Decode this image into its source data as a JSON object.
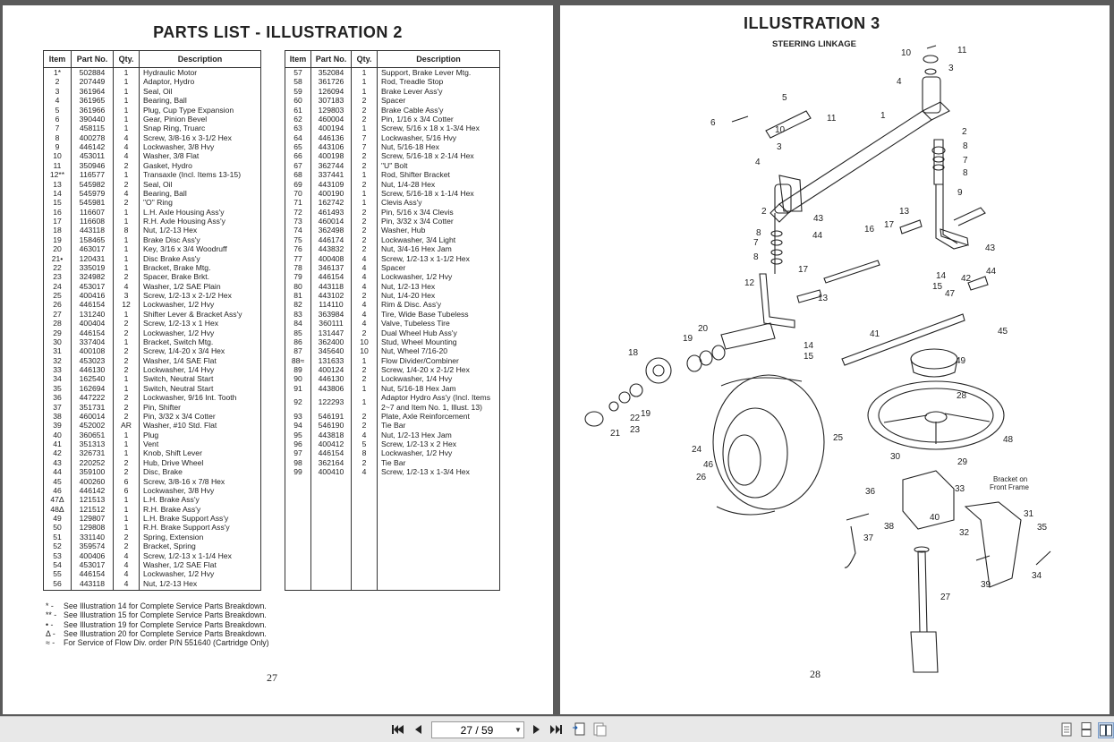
{
  "left_page": {
    "title": "PARTS LIST - ILLUSTRATION 2",
    "headers": [
      "Item",
      "Part No.",
      "Qty.",
      "Description"
    ],
    "table_a": [
      [
        "1*",
        "502884",
        "1",
        "Hydraulic Motor"
      ],
      [
        "2",
        "207449",
        "1",
        "Adaptor, Hydro"
      ],
      [
        "3",
        "361964",
        "1",
        "Seal, Oil"
      ],
      [
        "4",
        "361965",
        "1",
        "Bearing, Ball"
      ],
      [
        "5",
        "361966",
        "1",
        "Plug, Cup Type Expansion"
      ],
      [
        "6",
        "390440",
        "1",
        "Gear, Pinion Bevel"
      ],
      [
        "7",
        "458115",
        "1",
        "Snap Ring, Truarc"
      ],
      [
        "8",
        "400278",
        "4",
        "Screw, 3/8-16 x 3-1/2 Hex"
      ],
      [
        "9",
        "446142",
        "4",
        "Lockwasher, 3/8 Hvy"
      ],
      [
        "10",
        "453011",
        "4",
        "Washer, 3/8 Flat"
      ],
      [
        "11",
        "350946",
        "2",
        "Gasket, Hydro"
      ],
      [
        "12**",
        "116577",
        "1",
        "Transaxle (Incl. Items 13-15)"
      ],
      [
        "13",
        "545982",
        "2",
        "Seal, Oil"
      ],
      [
        "14",
        "545979",
        "4",
        "Bearing, Ball"
      ],
      [
        "15",
        "545981",
        "2",
        "\"O\" Ring"
      ],
      [
        "16",
        "116607",
        "1",
        "L.H. Axle Housing Ass'y"
      ],
      [
        "17",
        "116608",
        "1",
        "R.H. Axle Housing Ass'y"
      ],
      [
        "18",
        "443118",
        "8",
        "Nut, 1/2-13 Hex"
      ],
      [
        "19",
        "158465",
        "1",
        "Brake Disc Ass'y"
      ],
      [
        "20",
        "463017",
        "1",
        "Key, 3/16 x 3/4 Woodruff"
      ],
      [
        "21•",
        "120431",
        "1",
        "Disc Brake Ass'y"
      ],
      [
        "22",
        "335019",
        "1",
        "Bracket, Brake Mtg."
      ],
      [
        "23",
        "324982",
        "2",
        "Spacer, Brake Brkt."
      ],
      [
        "24",
        "453017",
        "4",
        "Washer, 1/2 SAE Plain"
      ],
      [
        "25",
        "400416",
        "3",
        "Screw, 1/2-13 x 2-1/2 Hex"
      ],
      [
        "26",
        "446154",
        "12",
        "Lockwasher, 1/2 Hvy"
      ],
      [
        "27",
        "131240",
        "1",
        "Shifter Lever & Bracket Ass'y"
      ],
      [
        "28",
        "400404",
        "2",
        "Screw, 1/2-13 x 1 Hex"
      ],
      [
        "29",
        "446154",
        "2",
        "Lockwasher, 1/2 Hvy"
      ],
      [
        "30",
        "337404",
        "1",
        "Bracket, Switch Mtg."
      ],
      [
        "31",
        "400108",
        "2",
        "Screw, 1/4-20 x 3/4 Hex"
      ],
      [
        "32",
        "453023",
        "2",
        "Washer, 1/4 SAE Flat"
      ],
      [
        "33",
        "446130",
        "2",
        "Lockwasher, 1/4 Hvy"
      ],
      [
        "34",
        "162540",
        "1",
        "Switch, Neutral Start"
      ],
      [
        "35",
        "162694",
        "1",
        "Switch, Neutral Start"
      ],
      [
        "36",
        "447222",
        "2",
        "Lockwasher, 9/16 Int. Tooth"
      ],
      [
        "37",
        "351731",
        "2",
        "Pin, Shifter"
      ],
      [
        "38",
        "460014",
        "2",
        "Pin, 3/32 x 3/4 Cotter"
      ],
      [
        "39",
        "452002",
        "AR",
        "Washer, #10 Std. Flat"
      ],
      [
        "40",
        "360651",
        "1",
        "Plug"
      ],
      [
        "41",
        "351313",
        "1",
        "Vent"
      ],
      [
        "42",
        "326731",
        "1",
        "Knob, Shift Lever"
      ],
      [
        "43",
        "220252",
        "2",
        "Hub, Drive Wheel"
      ],
      [
        "44",
        "359100",
        "2",
        "Disc, Brake"
      ],
      [
        "45",
        "400260",
        "6",
        "Screw, 3/8-16 x 7/8 Hex"
      ],
      [
        "46",
        "446142",
        "6",
        "Lockwasher, 3/8 Hvy"
      ],
      [
        "47Δ",
        "121513",
        "1",
        "L.H. Brake Ass'y"
      ],
      [
        "48Δ",
        "121512",
        "1",
        "R.H. Brake Ass'y"
      ],
      [
        "49",
        "129807",
        "1",
        "L.H. Brake Support Ass'y"
      ],
      [
        "50",
        "129808",
        "1",
        "R.H. Brake Support Ass'y"
      ],
      [
        "51",
        "331140",
        "2",
        "Spring, Extension"
      ],
      [
        "52",
        "359574",
        "2",
        "Bracket, Spring"
      ],
      [
        "53",
        "400406",
        "4",
        "Screw, 1/2-13 x 1-1/4 Hex"
      ],
      [
        "54",
        "453017",
        "4",
        "Washer, 1/2 SAE Flat"
      ],
      [
        "55",
        "446154",
        "4",
        "Lockwasher, 1/2 Hvy"
      ],
      [
        "56",
        "443118",
        "4",
        "Nut, 1/2-13 Hex"
      ]
    ],
    "table_b": [
      [
        "57",
        "352084",
        "1",
        "Support, Brake Lever Mtg."
      ],
      [
        "58",
        "361726",
        "1",
        "Rod, Treadle Stop"
      ],
      [
        "59",
        "126094",
        "1",
        "Brake Lever Ass'y"
      ],
      [
        "60",
        "307183",
        "2",
        "Spacer"
      ],
      [
        "61",
        "129803",
        "2",
        "Brake Cable Ass'y"
      ],
      [
        "62",
        "460004",
        "2",
        "Pin, 1/16 x 3/4 Cotter"
      ],
      [
        "63",
        "400194",
        "1",
        "Screw, 5/16 x 18 x 1-3/4 Hex"
      ],
      [
        "64",
        "446136",
        "7",
        "Lockwasher, 5/16 Hvy"
      ],
      [
        "65",
        "443106",
        "7",
        "Nut, 5/16-18 Hex"
      ],
      [
        "66",
        "400198",
        "2",
        "Screw, 5/16-18 x 2-1/4 Hex"
      ],
      [
        "67",
        "362744",
        "2",
        "\"U\" Bolt"
      ],
      [
        "68",
        "337441",
        "1",
        "Rod, Shifter Bracket"
      ],
      [
        "69",
        "443109",
        "2",
        "Nut, 1/4-28 Hex"
      ],
      [
        "70",
        "400190",
        "1",
        "Screw, 5/16-18 x 1-1/4 Hex"
      ],
      [
        "71",
        "162742",
        "1",
        "Clevis Ass'y"
      ],
      [
        "72",
        "461493",
        "2",
        "Pin, 5/16 x 3/4 Clevis"
      ],
      [
        "73",
        "460014",
        "2",
        "Pin, 3/32 x 3/4 Cotter"
      ],
      [
        "74",
        "362498",
        "2",
        "Washer, Hub"
      ],
      [
        "75",
        "446174",
        "2",
        "Lockwasher, 3/4 Light"
      ],
      [
        "76",
        "443832",
        "2",
        "Nut, 3/4-16 Hex Jam"
      ],
      [
        "77",
        "400408",
        "4",
        "Screw, 1/2-13 x 1-1/2 Hex"
      ],
      [
        "78",
        "346137",
        "4",
        "Spacer"
      ],
      [
        "79",
        "446154",
        "4",
        "Lockwasher, 1/2 Hvy"
      ],
      [
        "80",
        "443118",
        "4",
        "Nut, 1/2-13 Hex"
      ],
      [
        "81",
        "443102",
        "2",
        "Nut, 1/4-20 Hex"
      ],
      [
        "82",
        "114110",
        "4",
        "Rim & Disc. Ass'y"
      ],
      [
        "83",
        "363984",
        "4",
        "Tire, Wide Base Tubeless"
      ],
      [
        "84",
        "360111",
        "4",
        "Valve, Tubeless Tire"
      ],
      [
        "85",
        "131447",
        "2",
        "Dual Wheel Hub Ass'y"
      ],
      [
        "86",
        "362400",
        "10",
        "Stud, Wheel Mounting"
      ],
      [
        "87",
        "345640",
        "10",
        "Nut, Wheel 7/16-20"
      ],
      [
        "88≈",
        "131633",
        "1",
        "Flow Divider/Combiner"
      ],
      [
        "89",
        "400124",
        "2",
        "Screw, 1/4-20 x 2-1/2 Hex"
      ],
      [
        "90",
        "446130",
        "2",
        "Lockwasher, 1/4 Hvy"
      ],
      [
        "91",
        "443806",
        "1",
        "Nut, 5/16-18 Hex Jam"
      ],
      [
        "92",
        "122293",
        "1",
        "Adaptor Hydro Ass'y (Incl. Items 2~7 and Item No. 1, Illust. 13)"
      ],
      [
        "93",
        "546191",
        "2",
        "Plate, Axle Reinforcement"
      ],
      [
        "94",
        "546190",
        "2",
        "Tie Bar"
      ],
      [
        "95",
        "443818",
        "4",
        "Nut, 1/2-13 Hex Jam"
      ],
      [
        "96",
        "400412",
        "5",
        "Screw, 1/2-13 x 2 Hex"
      ],
      [
        "97",
        "446154",
        "8",
        "Lockwasher, 1/2 Hvy"
      ],
      [
        "98",
        "362164",
        "2",
        "Tie Bar"
      ],
      [
        "99",
        "400410",
        "4",
        "Screw, 1/2-13 x 1-3/4 Hex"
      ]
    ],
    "footnotes": [
      {
        "sym": "* -",
        "text": "See Illustration 14 for Complete Service Parts Breakdown."
      },
      {
        "sym": "** -",
        "text": "See Illustration 15 for Complete Service Parts Breakdown."
      },
      {
        "sym": "• -",
        "text": "See Illustration 19 for Complete Service Parts Breakdown."
      },
      {
        "sym": "Δ -",
        "text": "See Illustration 20 for Complete Service Parts Breakdown."
      },
      {
        "sym": "≈ -",
        "text": "For Service of Flow Div. order P/N 551640 (Cartridge Only)"
      }
    ],
    "page_number": "27"
  },
  "right_page": {
    "title": "ILLUSTRATION 3",
    "subtitle": "STEERING LINKAGE",
    "bracket_note_line1": "Bracket on",
    "bracket_note_line2": "Front Frame",
    "page_number": "28"
  },
  "toolbar": {
    "page_indicator": "27 / 59",
    "icons": [
      "first-page-icon",
      "prev-page-icon",
      "next-page-icon",
      "last-page-icon",
      "fit-page-icon",
      "fit-width-icon",
      "single-page-view-icon",
      "continuous-view-icon",
      "two-page-view-icon"
    ]
  }
}
